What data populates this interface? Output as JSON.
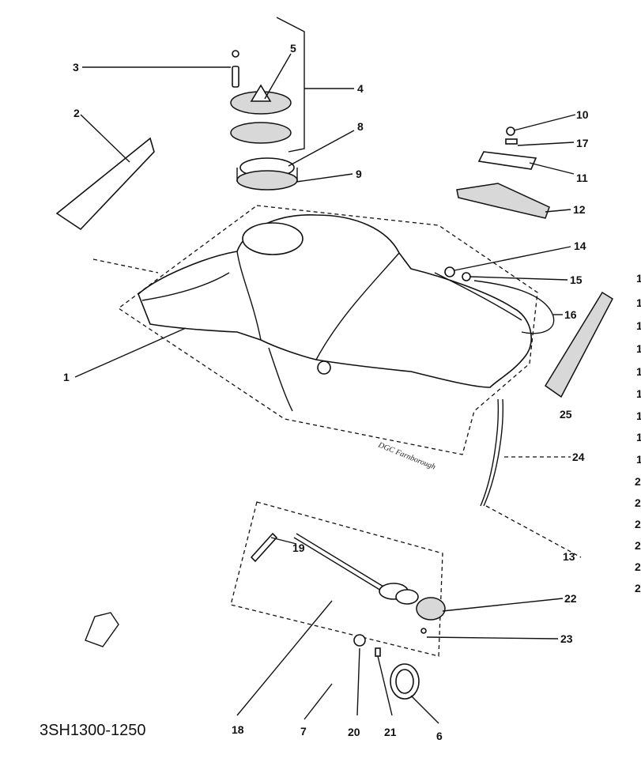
{
  "diagram": {
    "part_code": "3SH1300-1250",
    "handwritten_note": "DGC Farnborough",
    "callouts": [
      {
        "id": "c1",
        "text": "1"
      },
      {
        "id": "c2",
        "text": "2"
      },
      {
        "id": "c3",
        "text": "3"
      },
      {
        "id": "c4",
        "text": "4"
      },
      {
        "id": "c5",
        "text": "5"
      },
      {
        "id": "c6",
        "text": "6"
      },
      {
        "id": "c7",
        "text": "7"
      },
      {
        "id": "c8",
        "text": "8"
      },
      {
        "id": "c9",
        "text": "9"
      },
      {
        "id": "c10",
        "text": "10"
      },
      {
        "id": "c11",
        "text": "11"
      },
      {
        "id": "c12",
        "text": "12"
      },
      {
        "id": "c13",
        "text": "13"
      },
      {
        "id": "c14",
        "text": "14"
      },
      {
        "id": "c15",
        "text": "15"
      },
      {
        "id": "c16",
        "text": "16"
      },
      {
        "id": "c17",
        "text": "17"
      },
      {
        "id": "c18",
        "text": "18"
      },
      {
        "id": "c19",
        "text": "19"
      },
      {
        "id": "c20",
        "text": "20"
      },
      {
        "id": "c21",
        "text": "21"
      },
      {
        "id": "c22",
        "text": "22"
      },
      {
        "id": "c23",
        "text": "23"
      },
      {
        "id": "c24",
        "text": "24"
      },
      {
        "id": "c25",
        "text": "25"
      }
    ],
    "margin_numbers": [
      "1",
      "1",
      "1",
      "1",
      "1",
      "1",
      "1",
      "1",
      "1",
      "2",
      "2",
      "2",
      "2",
      "2",
      "2"
    ]
  }
}
